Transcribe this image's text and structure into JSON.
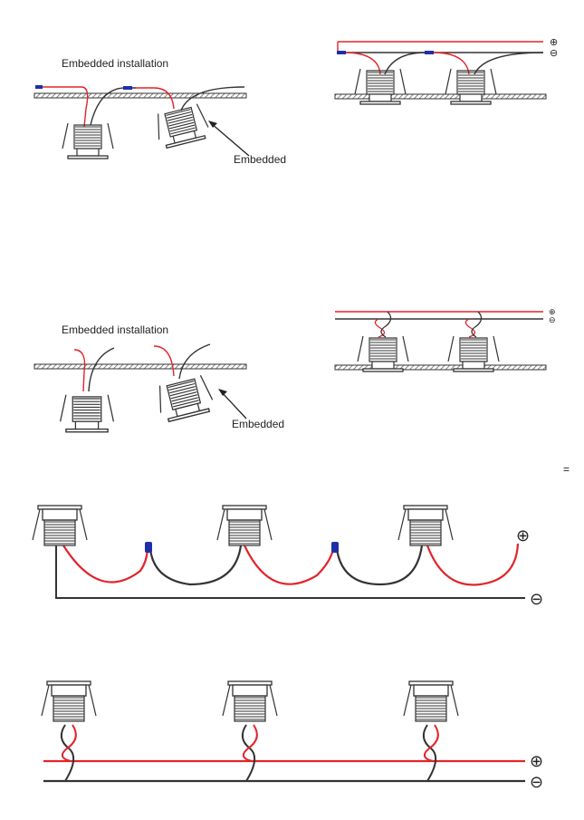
{
  "labels": {
    "embedded_installation_1": "Embedded installation",
    "embedded_1": "Embedded",
    "embedded_installation_2": "Embedded installation",
    "embedded_2": "Embedded"
  },
  "symbols": {
    "plus": "⊕",
    "minus": "⊖",
    "small_plus": "⊕",
    "small_minus": "⊖",
    "equals_mark": "="
  },
  "colors": {
    "positive_wire": "#e3242b",
    "negative_wire": "#333333",
    "connector": "#1f2fa8",
    "housing": "#444444",
    "panel_hatch": "#555555"
  }
}
